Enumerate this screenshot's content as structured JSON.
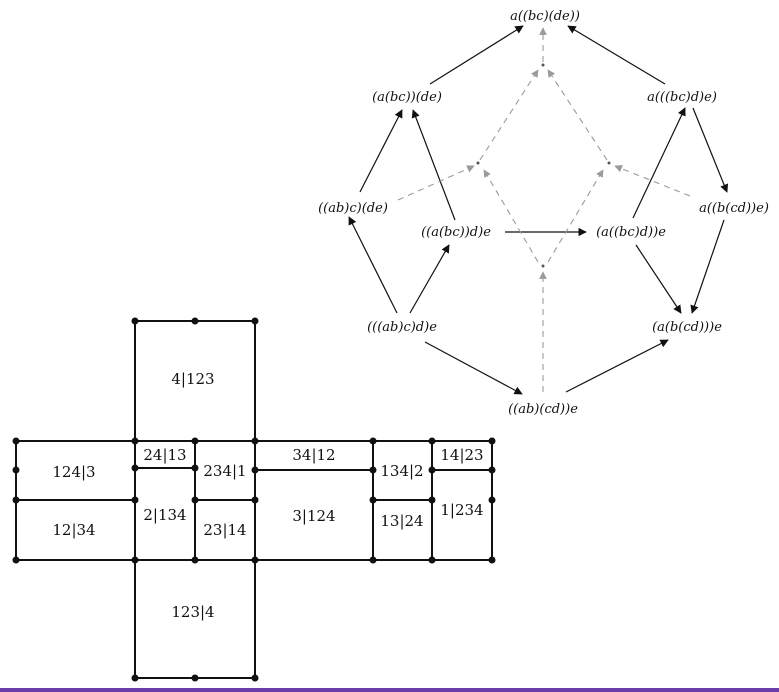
{
  "polytope": {
    "nodes": [
      {
        "id": "top",
        "label": "a((bc)(de))"
      },
      {
        "id": "ul",
        "label": "(a(bc))(de)"
      },
      {
        "id": "ur",
        "label": "a(((bc)d)e)"
      },
      {
        "id": "l",
        "label": "((ab)c)(de)"
      },
      {
        "id": "r",
        "label": "a((b(cd))e)"
      },
      {
        "id": "cl",
        "label": "((a(bc))d)e"
      },
      {
        "id": "cr",
        "label": "(a((bc)d))e"
      },
      {
        "id": "bl",
        "label": "(((ab)c)d)e"
      },
      {
        "id": "br",
        "label": "(a(b(cd)))e"
      },
      {
        "id": "bottom",
        "label": "((ab)(cd))e"
      }
    ]
  },
  "net": {
    "cells": [
      {
        "id": "c4-123",
        "label": "4|123"
      },
      {
        "id": "c124-3",
        "label": "124|3"
      },
      {
        "id": "c24-13",
        "label": "24|13"
      },
      {
        "id": "c234-1",
        "label": "234|1"
      },
      {
        "id": "c34-12",
        "label": "34|12"
      },
      {
        "id": "c134-2",
        "label": "134|2"
      },
      {
        "id": "c14-23",
        "label": "14|23"
      },
      {
        "id": "c12-34",
        "label": "12|34"
      },
      {
        "id": "c2-134",
        "label": "2|134"
      },
      {
        "id": "c23-14",
        "label": "23|14"
      },
      {
        "id": "c3-124",
        "label": "3|124"
      },
      {
        "id": "c13-24",
        "label": "13|24"
      },
      {
        "id": "c1-234",
        "label": "1|234"
      },
      {
        "id": "c123-4",
        "label": "123|4"
      }
    ]
  },
  "colors": {
    "solid_edge": "#111111",
    "dashed_edge": "#9a9a9a",
    "bottom_bar": "#6a3ea8"
  }
}
